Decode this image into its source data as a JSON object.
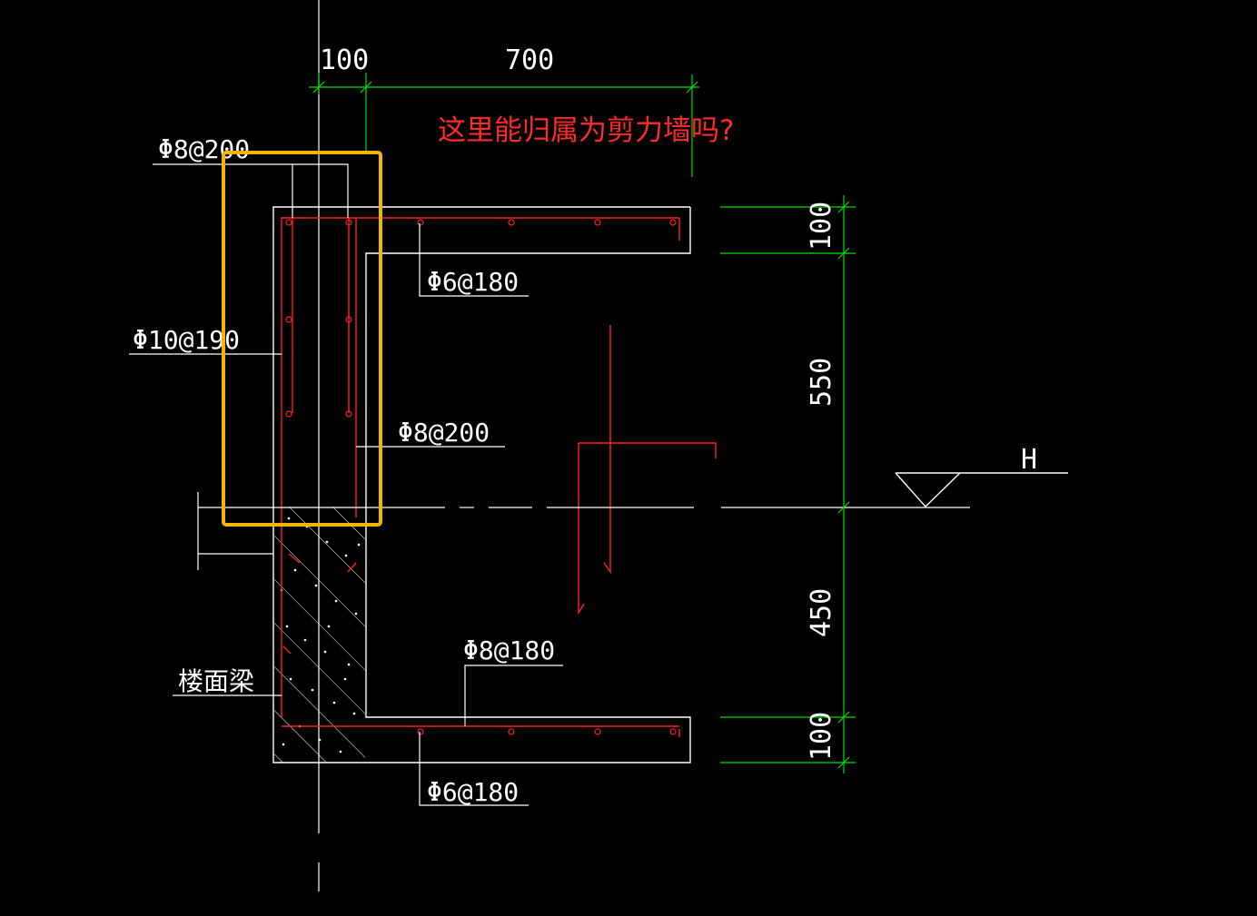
{
  "colors": {
    "background": "#000000",
    "outline": "#ffffff",
    "rebar": "#ff2020",
    "dimension": "#00dd00",
    "highlight": "#f5b400",
    "question": "#ff2a2a"
  },
  "dimensions": {
    "top_left": "100",
    "top_right": "700",
    "right_top": "100",
    "right_mid": "550",
    "right_low": "450",
    "right_bottom": "100"
  },
  "rebar_labels": {
    "top_stirrup": "Φ8@200",
    "vertical_bars": "Φ10@190",
    "top_slab": "Φ6@180",
    "wall_stirrup": "Φ8@200",
    "bottom_slab_top": "Φ8@180",
    "bottom_slab_bottom": "Φ6@180"
  },
  "beam_label": "楼面梁",
  "elevation_label": "H",
  "question": "这里能归属为剪力墙吗?"
}
